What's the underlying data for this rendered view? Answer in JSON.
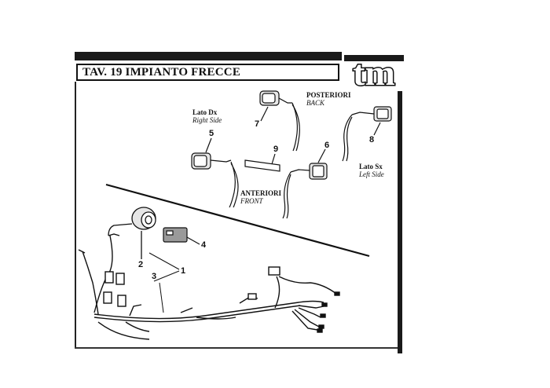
{
  "title": "TAV. 19 IMPIANTO FRECCE",
  "logo_text": "tm",
  "labels": {
    "rear_it": "POSTERIORI",
    "rear_en": "BACK",
    "right_it": "Lato Dx",
    "right_en": "Right Side",
    "left_it": "Lato Sx",
    "left_en": "Left Side",
    "front_it": "ANTERIORI",
    "front_en": "FRONT"
  },
  "parts": [
    "1",
    "2",
    "3",
    "4",
    "5",
    "6",
    "7",
    "8",
    "9"
  ]
}
